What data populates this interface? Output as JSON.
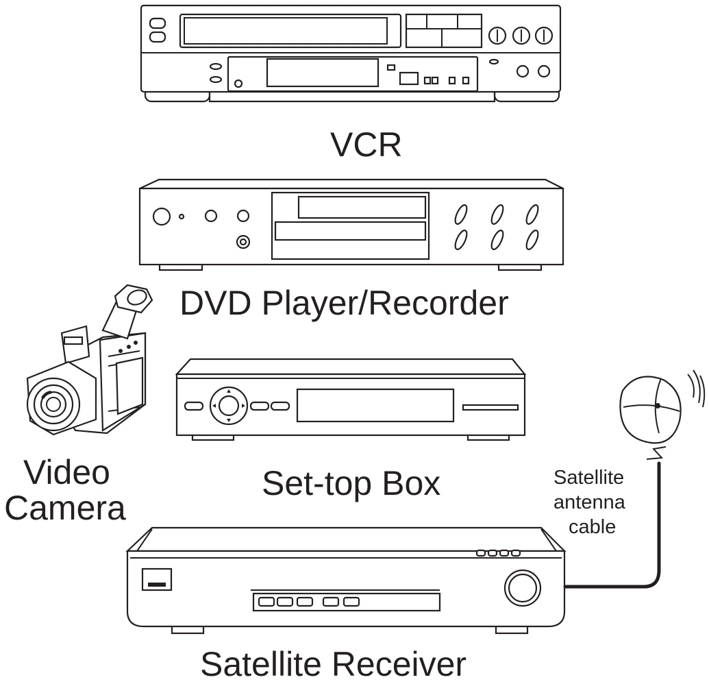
{
  "labels": {
    "vcr": "VCR",
    "dvd": "DVD Player/Recorder",
    "set_top_box": "Set-top Box",
    "video_camera_line1": "Video",
    "video_camera_line2": "Camera",
    "satellite_receiver": "Satellite Receiver",
    "antenna_cable_line1": "Satellite",
    "antenna_cable_line2": "antenna",
    "antenna_cable_line3": "cable"
  },
  "colors": {
    "ink": "#231f20",
    "background": "#ffffff"
  }
}
